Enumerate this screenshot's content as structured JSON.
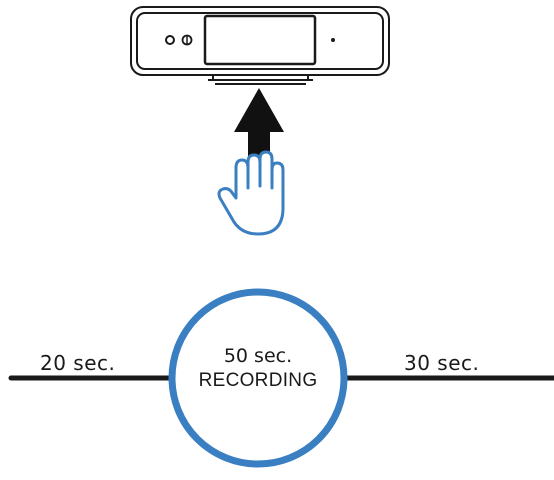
{
  "timeline": {
    "before_label": "20 sec.",
    "recording_duration": "50 sec.",
    "recording_label": "RECORDING",
    "after_label": "30 sec."
  },
  "colors": {
    "ring": "#3a7fc1",
    "hand": "#3a7fc1",
    "line": "#1a1a1a",
    "device": "#1a1a1a"
  },
  "icons": {
    "device": "camera-device-icon",
    "arrow": "arrow-up-icon",
    "hand": "raised-hand-icon"
  }
}
